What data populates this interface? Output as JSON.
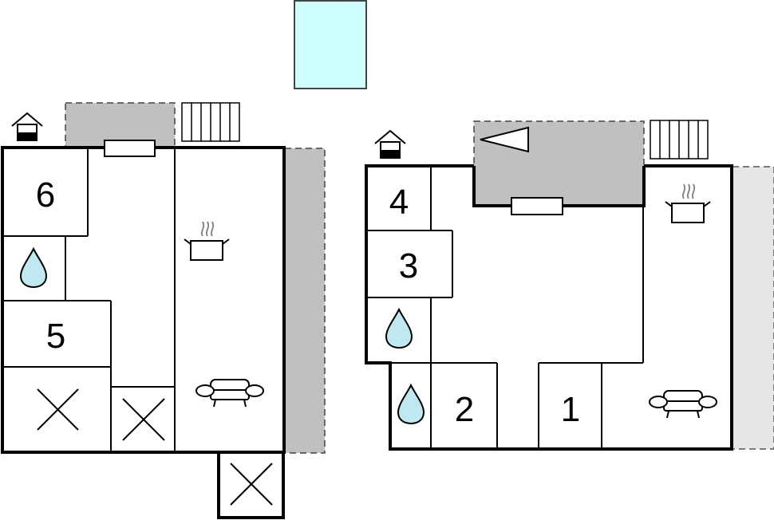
{
  "colors": {
    "wall": "#000000",
    "terrace": "#c0c0c0",
    "terrace_light": "#e6e6e6",
    "pool": "#ccfffd",
    "pool_border": "#444444",
    "water": "#bfe9f0",
    "icon_gray": "#888888"
  },
  "pool": {
    "label": ""
  },
  "left_unit": {
    "rooms": [
      {
        "id": "room-6",
        "label": "6"
      },
      {
        "id": "room-5",
        "label": "5"
      }
    ],
    "icons": [
      "house-icon",
      "radiator-icon",
      "window-icon",
      "bathroom-drop-icon",
      "kitchen-pot-icon",
      "sofa-icon",
      "cross-icon",
      "cross-icon",
      "cross-icon"
    ]
  },
  "right_unit": {
    "rooms": [
      {
        "id": "room-4",
        "label": "4"
      },
      {
        "id": "room-3",
        "label": "3"
      },
      {
        "id": "room-2",
        "label": "2"
      },
      {
        "id": "room-1",
        "label": "1"
      }
    ],
    "icons": [
      "house-icon",
      "radiator-icon",
      "window-icon",
      "direction-arrow-icon",
      "bathroom-drop-icon",
      "bathroom-drop-icon",
      "kitchen-pot-icon",
      "sofa-icon"
    ]
  }
}
